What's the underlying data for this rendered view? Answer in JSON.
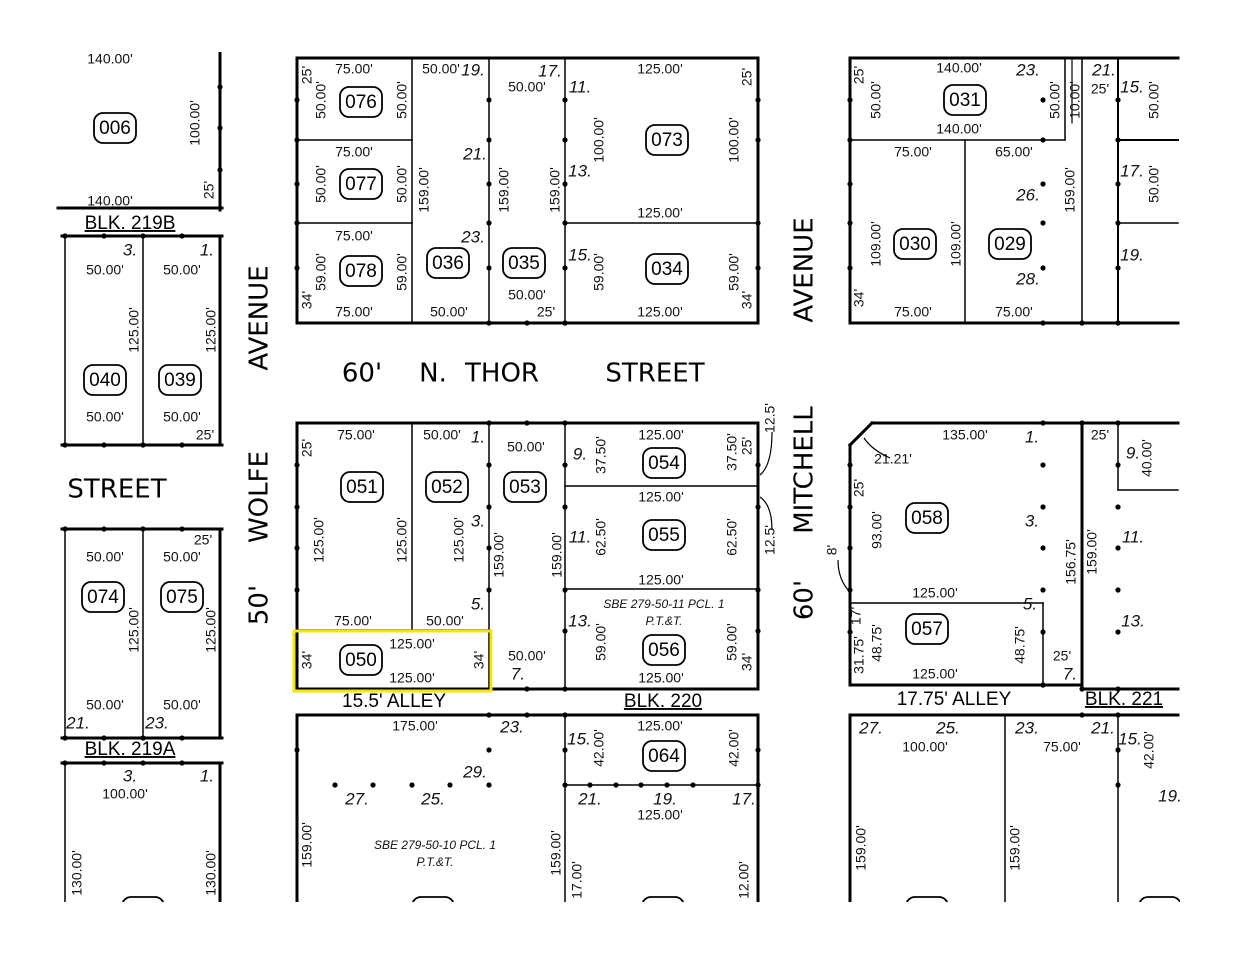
{
  "map": {
    "highlight": {
      "parcel": "050",
      "color": "#f5e60a"
    },
    "parcels": [
      "006",
      "040",
      "039",
      "074",
      "075",
      "076",
      "077",
      "078",
      "036",
      "035",
      "073",
      "034",
      "031",
      "030",
      "029",
      "051",
      "052",
      "053",
      "054",
      "055",
      "056",
      "050",
      "058",
      "057",
      "064"
    ],
    "streets": [
      "AVENUE",
      "WOLFE",
      "50'",
      "60'",
      "N.",
      "THOR",
      "STREET",
      "STREET",
      "AVENUE",
      "MITCHELL",
      "60'"
    ],
    "alleys": [
      "15.5' ALLEY",
      "17.75' ALLEY"
    ],
    "blocks": [
      "BLK. 219B",
      "BLK. 219A",
      "BLK. 220",
      "BLK. 221"
    ],
    "notes": [
      "SBE 279-50-11 PCL. 1",
      "P.T.&T.",
      "SBE 279-50-10 PCL. 1",
      "P.T.&T."
    ],
    "dimensions": [
      "140.00'",
      "100.00'",
      "25'",
      "140.00'",
      "50.00'",
      "50.00'",
      "125.00'",
      "125.00'",
      "50.00'",
      "50.00'",
      "25'",
      "25'",
      "50.00'",
      "50.00'",
      "125.00'",
      "125.00'",
      "50.00'",
      "50.00'",
      "100.00'",
      "130.00'",
      "130.00'",
      "25'",
      "50.00'",
      "75.00'",
      "50.00'",
      "50.00'",
      "75.00'",
      "50.00'",
      "50.00'",
      "75.00'",
      "59.00'",
      "59.00'",
      "34'",
      "75.00'",
      "159.00'",
      "50.00'",
      "50.00'",
      "159.00'",
      "159.00'",
      "50.00'",
      "25'",
      "125.00'",
      "25'",
      "100.00'",
      "100.00'",
      "125.00'",
      "59.00'",
      "59.00'",
      "34'",
      "125.00'",
      "25'",
      "50.00'",
      "140.00'",
      "50.00'",
      "10.00'",
      "140.00'",
      "25'",
      "50.00'",
      "75.00'",
      "65.00'",
      "109.00'",
      "109.00'",
      "159.00'",
      "50.00'",
      "34'",
      "75.00'",
      "75.00'",
      "25'",
      "75.00'",
      "50.00'",
      "125.00'",
      "125.00'",
      "125.00'",
      "159.00'",
      "75.00'",
      "50.00'",
      "34'",
      "125.00'",
      "34'",
      "125.00'",
      "50.00'",
      "159.00'",
      "50.00'",
      "37.50'",
      "125.00'",
      "37.50'",
      "25'",
      "125.00'",
      "62.50'",
      "62.50'",
      "125.00'",
      "59.00'",
      "59.00'",
      "34'",
      "125.00'",
      "12.5'",
      "12.5'",
      "135.00'",
      "21.21'",
      "25'",
      "93.00'",
      "8'",
      "125.00'",
      "17'",
      "31.75'",
      "48.75'",
      "48.75'",
      "125.00'",
      "25'",
      "156.75'",
      "159.00'",
      "25'",
      "40.00'",
      "175.00'",
      "159.00'",
      "159.00'",
      "17.00'",
      "125.00'",
      "42.00'",
      "42.00'",
      "125.00'",
      "12.00'",
      "100.00'",
      "75.00'",
      "159.00'",
      "159.00'",
      "42.00'"
    ],
    "lot_numbers": [
      "3.",
      "1.",
      "21.",
      "23.",
      "3.",
      "1.",
      "19.",
      "17.",
      "11.",
      "21.",
      "13.",
      "23.",
      "15.",
      "23.",
      "21.",
      "15.",
      "26.",
      "17.",
      "28.",
      "19.",
      "1.",
      "3.",
      "5.",
      "7.",
      "9.",
      "11.",
      "13.",
      "1.",
      "3.",
      "5.",
      "7.",
      "9.",
      "11.",
      "13.",
      "23.",
      "15.",
      "29.",
      "27.",
      "25.",
      "21.",
      "19.",
      "17.",
      "27.",
      "25.",
      "23.",
      "21.",
      "15.",
      "19."
    ]
  }
}
